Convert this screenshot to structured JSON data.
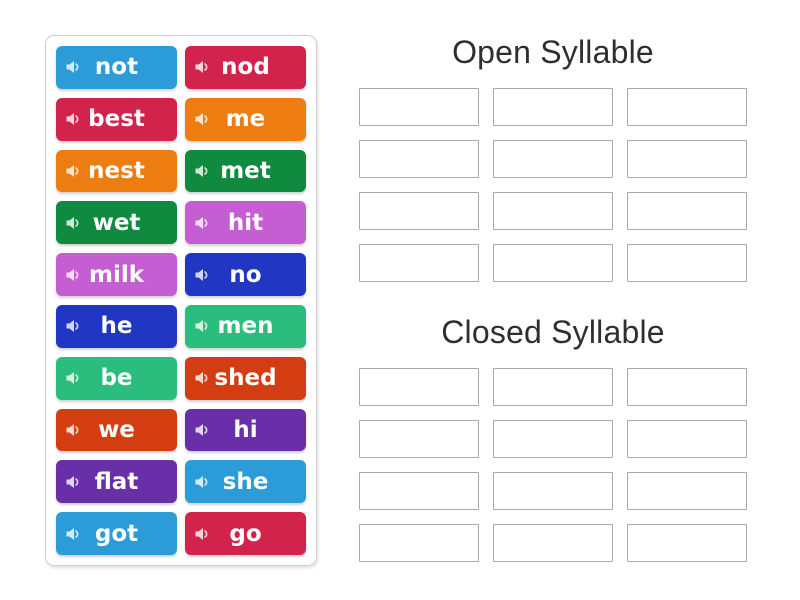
{
  "activity": {
    "type_label": "group-sort",
    "tile_text_color": "#ffffff",
    "palette": {
      "light_blue": "#2b9cd8",
      "crimson": "#d2234c",
      "orange": "#ee7d11",
      "green": "#108a3e",
      "orchid": "#c55ed2",
      "royal_blue": "#2136c2",
      "emerald": "#2bbd7e",
      "vermilion": "#d43d12",
      "purple": "#682fa8"
    }
  },
  "tiles": [
    {
      "word": "not",
      "color": "#2b9cd8"
    },
    {
      "word": "nod",
      "color": "#d2234c"
    },
    {
      "word": "best",
      "color": "#d2234c"
    },
    {
      "word": "me",
      "color": "#ee7d11"
    },
    {
      "word": "nest",
      "color": "#ee7d11"
    },
    {
      "word": "met",
      "color": "#108a3e"
    },
    {
      "word": "wet",
      "color": "#108a3e"
    },
    {
      "word": "hit",
      "color": "#c55ed2"
    },
    {
      "word": "milk",
      "color": "#c55ed2"
    },
    {
      "word": "no",
      "color": "#2136c2"
    },
    {
      "word": "he",
      "color": "#2136c2"
    },
    {
      "word": "men",
      "color": "#2bbd7e"
    },
    {
      "word": "be",
      "color": "#2bbd7e"
    },
    {
      "word": "shed",
      "color": "#d43d12"
    },
    {
      "word": "we",
      "color": "#d43d12"
    },
    {
      "word": "hi",
      "color": "#682fa8"
    },
    {
      "word": "flat",
      "color": "#682fa8"
    },
    {
      "word": "she",
      "color": "#2b9cd8"
    },
    {
      "word": "got",
      "color": "#2b9cd8"
    },
    {
      "word": "go",
      "color": "#d2234c"
    }
  ],
  "groups": [
    {
      "title": "Open Syllable",
      "slots": 12
    },
    {
      "title": "Closed Syllable",
      "slots": 12
    }
  ]
}
